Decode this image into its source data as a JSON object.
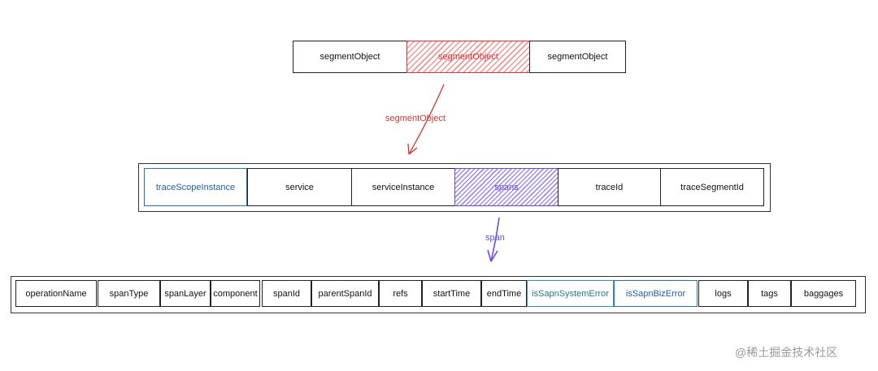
{
  "segment_row": [
    {
      "label": "segmentObject"
    },
    {
      "label": "segmentObject",
      "highlight": "red"
    },
    {
      "label": "segmentObject"
    }
  ],
  "arrow1": {
    "label": "segmentObject",
    "color": "#d33333"
  },
  "segment_fields": [
    {
      "label": "traceScopeInstance",
      "highlight": "blue"
    },
    {
      "label": "service"
    },
    {
      "label": "serviceInstance"
    },
    {
      "label": "spans",
      "highlight": "purple"
    },
    {
      "label": "traceId"
    },
    {
      "label": "traceSegmentId"
    }
  ],
  "arrow2": {
    "label": "span",
    "color": "#6a4be0"
  },
  "span_fields": [
    {
      "label": "operationName"
    },
    {
      "label": "spanType"
    },
    {
      "label": "spanLayer"
    },
    {
      "label": "component"
    },
    {
      "label": "spanId"
    },
    {
      "label": "parentSpanId"
    },
    {
      "label": "refs"
    },
    {
      "label": "startTime"
    },
    {
      "label": "endTime"
    },
    {
      "label": "isSapnSystemError",
      "highlight": "teal"
    },
    {
      "label": "isSapnBizError",
      "highlight": "blue"
    },
    {
      "label": "logs"
    },
    {
      "label": "tags"
    },
    {
      "label": "baggages"
    }
  ],
  "watermark": "@稀土掘金技术社区"
}
